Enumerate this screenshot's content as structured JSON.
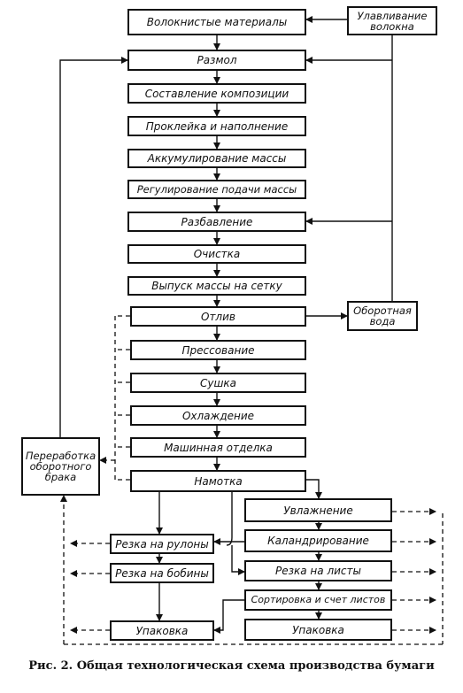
{
  "boxes": {
    "fiber_materials": "Волокнистые материалы",
    "fiber_recovery": "Улавливание волокна",
    "refining": "Размол",
    "composition": "Составление композиции",
    "sizing_filling": "Проклейка и наполнение",
    "stock_storage": "Аккумулирование массы",
    "stock_flow_control": "Регулирование подачи массы",
    "dilution": "Разбавление",
    "cleaning": "Очистка",
    "stock_to_wire": "Выпуск массы на сетку",
    "forming": "Отлив",
    "white_water": "Оборотная вода",
    "pressing": "Прессование",
    "drying": "Сушка",
    "cooling": "Охлаждение",
    "machine_finishing": "Машинная отделка",
    "broke_processing": "Переработка оборотного брака",
    "reeling": "Намотка",
    "moistening": "Увлажнение",
    "roll_cutting": "Резка на рулоны",
    "calendering": "Каландрирование",
    "bobbin_cutting": "Резка на бобины",
    "sheet_cutting": "Резка на листы",
    "sorting_counting": "Сортировка и счет листов",
    "packing_left": "Упаковка",
    "packing_right": "Упаковка"
  },
  "caption": "Рис. 2. Общая технологическая схема производства бумаги"
}
